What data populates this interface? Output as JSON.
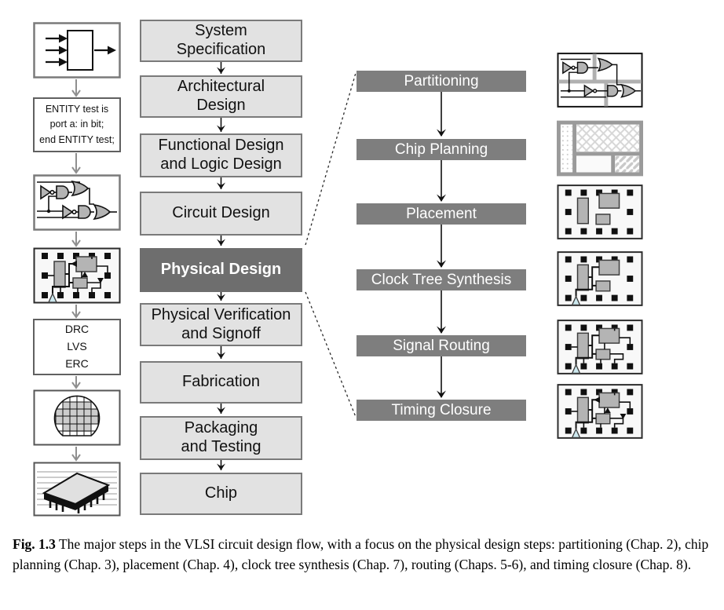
{
  "figure": {
    "caption_label": "Fig. 1.3",
    "caption_text": " The major steps in the VLSI circuit design flow, with a focus on the physical design steps: partitioning (Chap. 2), chip planning (Chap. 3), placement (Chap. 4), clock tree synthesis (Chap. 7), routing (Chaps. 5-6), and timing closure (Chap. 8)."
  },
  "main_flow": {
    "steps": [
      {
        "label": "System\nSpecification",
        "highlighted": false
      },
      {
        "label": "Architectural\nDesign",
        "highlighted": false
      },
      {
        "label": "Functional Design\nand Logic Design",
        "highlighted": false
      },
      {
        "label": "Circuit Design",
        "highlighted": false
      },
      {
        "label": "Physical Design",
        "highlighted": true
      },
      {
        "label": "Physical Verification\nand Signoff",
        "highlighted": false
      },
      {
        "label": "Fabrication",
        "highlighted": false
      },
      {
        "label": "Packaging\nand Testing",
        "highlighted": false
      },
      {
        "label": "Chip",
        "highlighted": false
      }
    ]
  },
  "physical_flow": {
    "steps": [
      {
        "label": "Partitioning"
      },
      {
        "label": "Chip Planning"
      },
      {
        "label": "Placement"
      },
      {
        "label": "Clock Tree Synthesis"
      },
      {
        "label": "Signal Routing"
      },
      {
        "label": "Timing Closure"
      }
    ]
  },
  "left_column": {
    "hdl_code": "ENTITY test is\nport a: in bit;\nend ENTITY test;",
    "verification_checks": "DRC\nLVS\nERC",
    "icon_names": [
      "block-diagram-icon",
      "hdl-code-box",
      "gate-schematic-icon",
      "layout-icon",
      "verification-checks-box",
      "wafer-icon",
      "packaged-chip-icon"
    ]
  },
  "physical_icon_names": [
    "partitioned-netlist-icon",
    "floorplan-icon",
    "placement-icon",
    "clock-tree-icon",
    "signal-routing-icon",
    "timing-closure-icon"
  ],
  "colors": {
    "light_box_fill": "#e2e2e2",
    "light_box_border": "#7a7a7a",
    "highlight_box_fill": "#6e6e6e",
    "subflow_box_fill": "#7e7e7e",
    "arrow_gray": "#8f8f8f",
    "arrow_black": "#111111",
    "pad_black": "#101010",
    "block_gray": "#b4b4b4",
    "buffer_triangle_blue": "#cde9ef"
  }
}
